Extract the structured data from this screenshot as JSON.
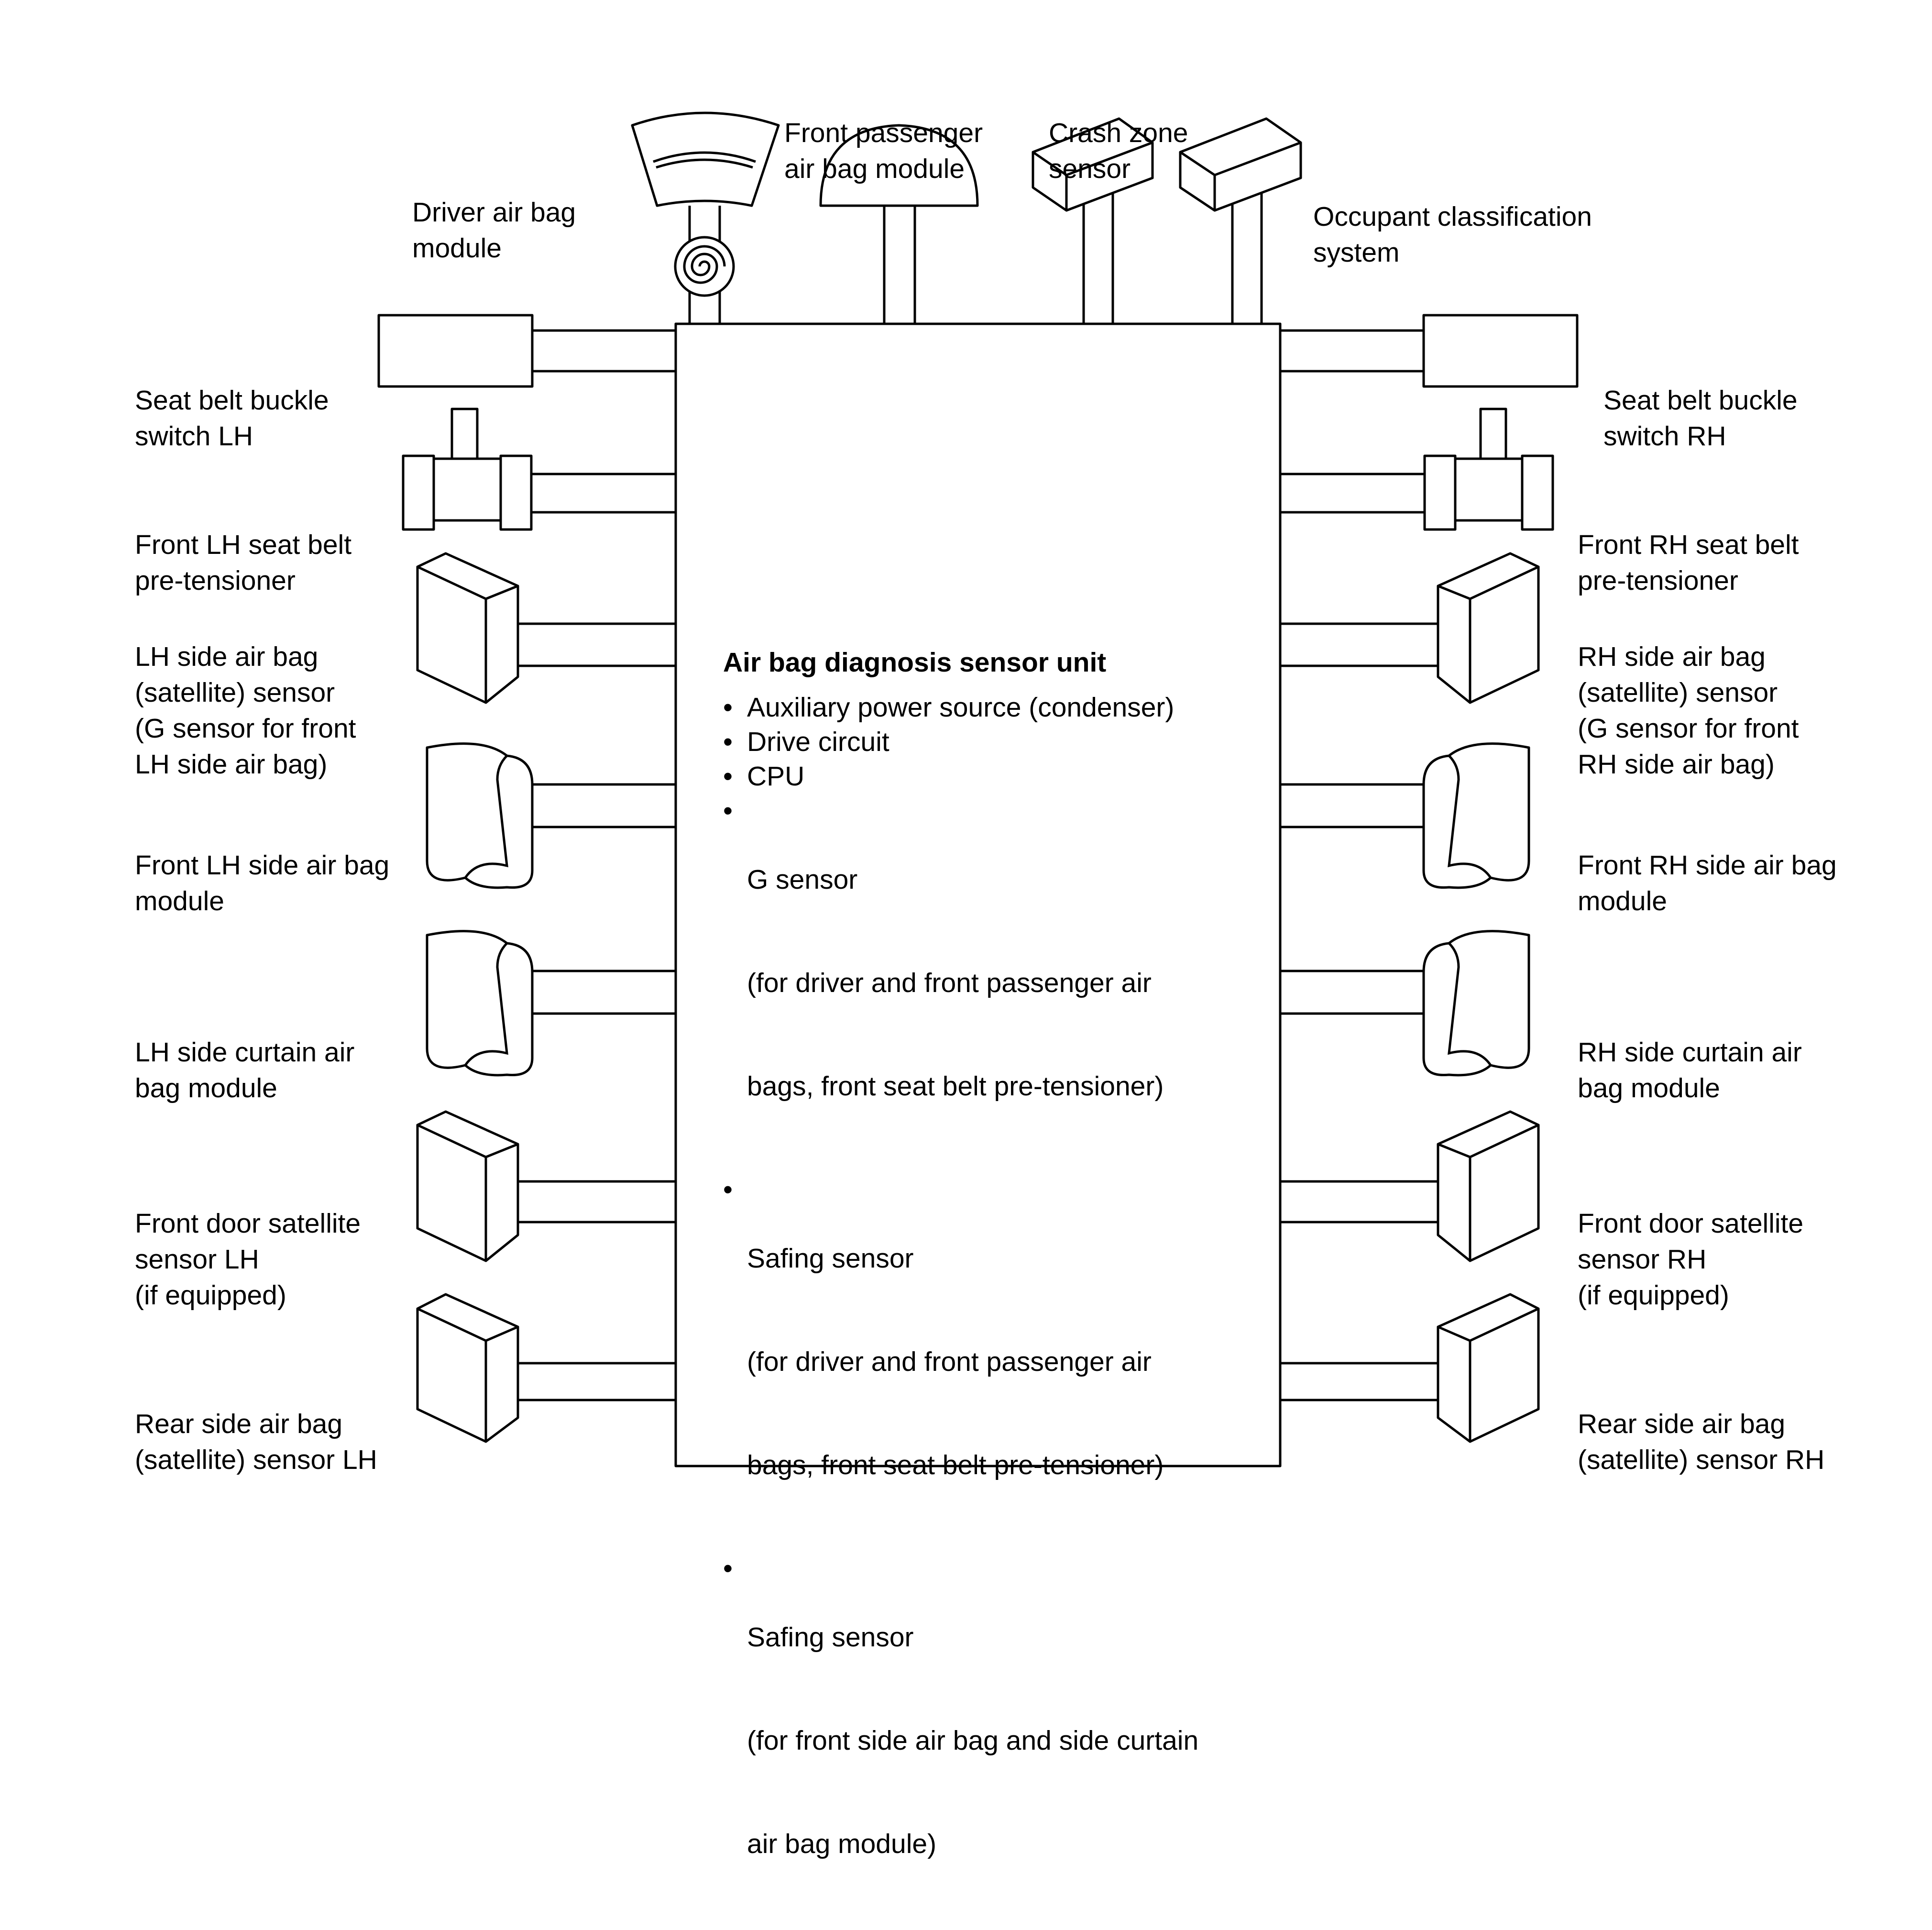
{
  "central_unit": {
    "title": "Air bag diagnosis sensor unit",
    "items": [
      [
        "Auxiliary power source (condenser)"
      ],
      [
        "Drive circuit"
      ],
      [
        "CPU"
      ],
      [
        "G sensor",
        "(for driver and front passenger air",
        "bags, front seat belt pre-tensioner)"
      ],
      [
        "Safing sensor",
        "(for driver and front passenger air",
        "bags, front seat belt pre-tensioner)"
      ],
      [
        "Safing sensor",
        "(for front side air bag and side curtain",
        "air bag module)"
      ]
    ]
  },
  "top_components": {
    "driver_airbag": [
      "Driver air bag",
      "module"
    ],
    "front_passenger_airbag": [
      "Front passenger",
      "air bag module"
    ],
    "crash_zone_sensor": [
      "Crash zone",
      "sensor"
    ],
    "occupant_classification": [
      "Occupant classification",
      "system"
    ]
  },
  "left_components": [
    [
      "Seat belt buckle",
      "switch LH"
    ],
    [
      "Front LH seat belt",
      "pre-tensioner"
    ],
    [
      "LH side air bag",
      "(satellite) sensor",
      "(G sensor for front",
      "LH side air bag)"
    ],
    [
      "Front LH side air bag",
      "module"
    ],
    [
      "LH side curtain air",
      "bag module"
    ],
    [
      "Front door satellite",
      "sensor LH",
      "(if equipped)"
    ],
    [
      "Rear side air bag",
      "(satellite) sensor LH"
    ]
  ],
  "right_components": [
    [
      "Seat belt buckle",
      "switch RH"
    ],
    [
      "Front RH seat belt",
      "pre-tensioner"
    ],
    [
      "RH side air bag",
      "(satellite) sensor",
      "(G sensor for front",
      "RH side air bag)"
    ],
    [
      "Front RH side air bag",
      "module"
    ],
    [
      "RH side curtain air",
      "bag module"
    ],
    [
      "Front door satellite",
      "sensor RH",
      "(if equipped)"
    ],
    [
      "Rear side air bag",
      "(satellite) sensor RH"
    ]
  ],
  "icons": {
    "buckle_switch": "rectangle-box-icon",
    "pretensioner": "pretensioner-icon",
    "satellite_sensor": "cube-sensor-icon",
    "side_airbag": "folded-airbag-icon",
    "curtain_airbag": "folded-airbag-icon",
    "driver_airbag": "steering-pad-icon",
    "passenger_airbag": "dome-icon"
  }
}
